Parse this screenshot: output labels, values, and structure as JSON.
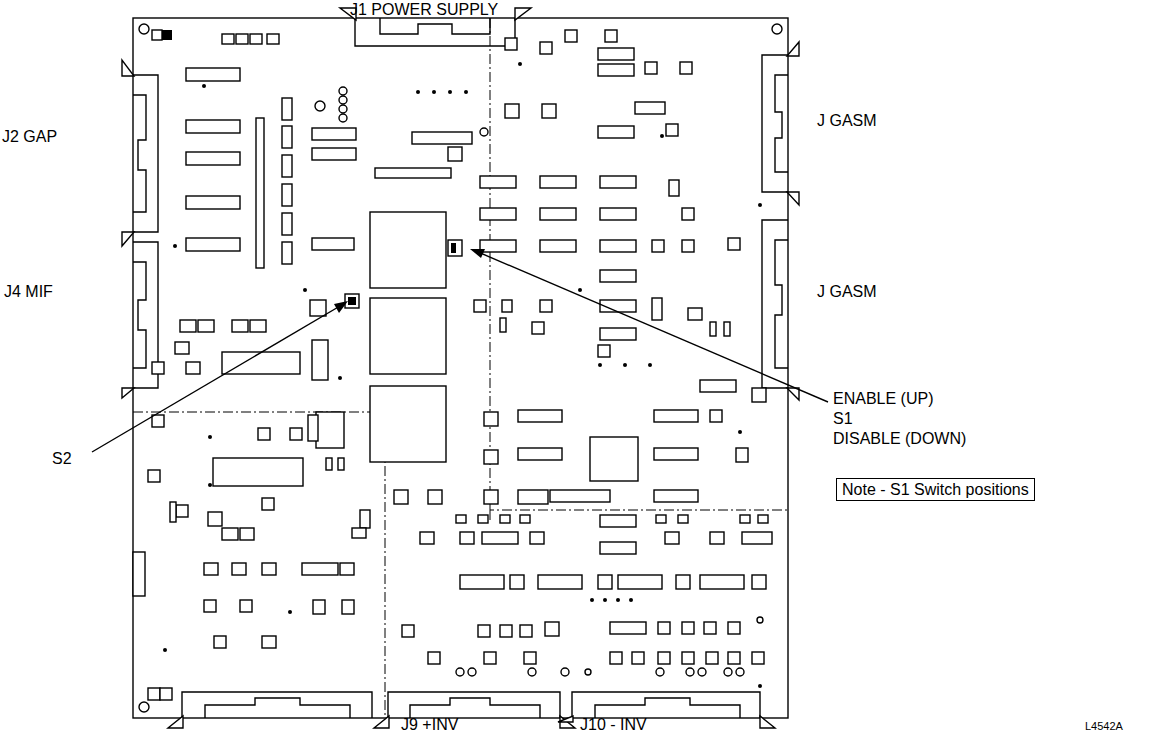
{
  "diagram": {
    "nodes": [
      {
        "text": [
          "Note - S1 Switch positions"
        ]
      }
    ],
    "labels": [
      "J1 POWER SUPPLY",
      "J2 GAP",
      "J4 MIF",
      "J GASM",
      "J GASM",
      "S2",
      "ENABLE (UP)",
      "S1",
      "DISABLE (DOWN)",
      "J9 +INV",
      "J10 - INV",
      "L4542A"
    ]
  }
}
